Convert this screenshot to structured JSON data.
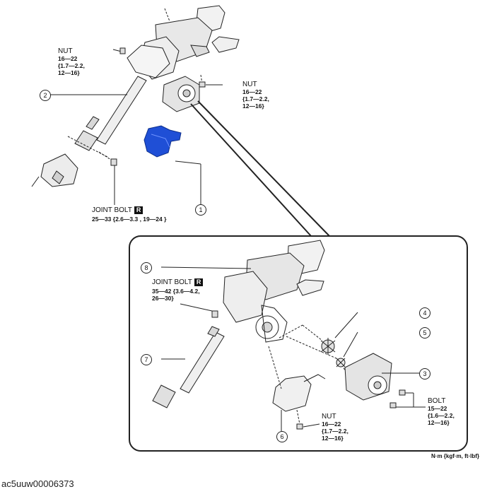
{
  "labels": {
    "nut_top_left": {
      "name": "NUT",
      "torque": "16—22",
      "l2": "{1.7—2.2,",
      "l3": "12—16}"
    },
    "nut_top_right": {
      "name": "NUT",
      "torque": "16—22",
      "l2": "{1.7—2.2,",
      "l3": "12—16}"
    },
    "joint_bolt_main": {
      "name": "JOINT BOLT",
      "badge": "R",
      "torque": "25—33 {2.6—3.3 , 19—24 }"
    },
    "joint_bolt_detail": {
      "name": "JOINT BOLT",
      "badge": "R",
      "l1": "35—42 {3.6—4.2,",
      "l2": "26—30}"
    },
    "nut_bottom": {
      "name": "NUT",
      "torque": "16—22",
      "l2": "{1.7—2.2,",
      "l3": "12—16}"
    },
    "bolt": {
      "name": "BOLT",
      "torque": "15—22",
      "l2": "{1.6—2.2,",
      "l3": "12—16}"
    }
  },
  "callouts": [
    "1",
    "2",
    "3",
    "4",
    "5",
    "6",
    "7",
    "8"
  ],
  "units": "N·m {kgf·m, ft·lbf}",
  "figure_code": "ac5uuw00006373",
  "colors": {
    "highlight_part": "#1f4fd6",
    "line": "#222222"
  }
}
